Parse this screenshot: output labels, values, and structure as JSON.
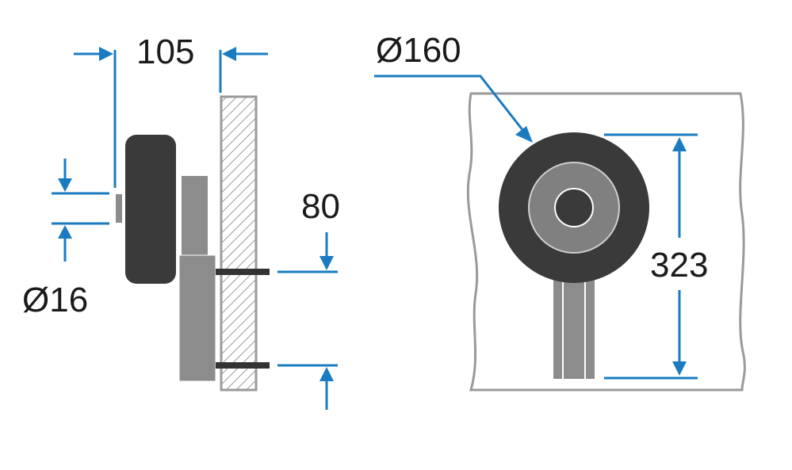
{
  "dimensions": {
    "width_105": "105",
    "diameter_160": "Ø160",
    "offset_80": "80",
    "diameter_16": "Ø16",
    "height_323": "323"
  },
  "colors": {
    "dimension_blue": "#1b7bc0",
    "wheel_tire": "#3a3a3a",
    "wheel_hub": "#808080",
    "bracket_gray": "#8c8c8c",
    "outline_gray": "#9a9a9a",
    "bolt_dark": "#333333",
    "text": "#1a1a1a"
  }
}
